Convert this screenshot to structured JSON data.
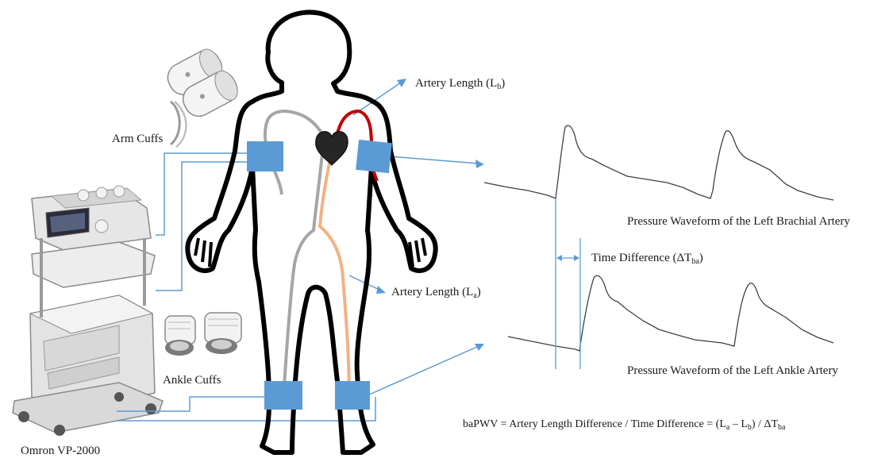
{
  "labels": {
    "arm_cuffs": "Arm Cuffs",
    "ankle_cuffs": "Ankle Cuffs",
    "device": "Omron VP-2000",
    "artery_length_b": {
      "text": "Artery Length (L",
      "sub": "b",
      "tail": ")"
    },
    "artery_length_a": {
      "text": "Artery Length (L",
      "sub": "a",
      "tail": ")"
    },
    "time_difference": {
      "text": "Time Difference (ΔT",
      "sub": "ba",
      "tail": ")"
    },
    "waveform_brachial": "Pressure Waveform of the Left Brachial Artery",
    "waveform_ankle": "Pressure Waveform of the Left Ankle Artery",
    "formula": {
      "lhs": "baPWV = Artery Length Difference / Time Difference = (L",
      "sub1": "a",
      "mid": " – L",
      "sub2": "b",
      "mid2": ") / ΔT",
      "sub3": "ba"
    }
  },
  "colors": {
    "cuff": "#5b9bd5",
    "connector": "#5b9bd5",
    "body_outline": "#000000",
    "artery_left_arm": "#c00000",
    "artery_right": "#a6a6a6",
    "artery_leg": "#f4b183",
    "heart": "#262626",
    "waveform": "#404040"
  },
  "icons": {
    "heart": "heart-icon",
    "device": "omron-vp2000-device",
    "arm_cuffs": "arm-cuffs-image",
    "ankle_cuffs": "ankle-cuffs-image"
  }
}
